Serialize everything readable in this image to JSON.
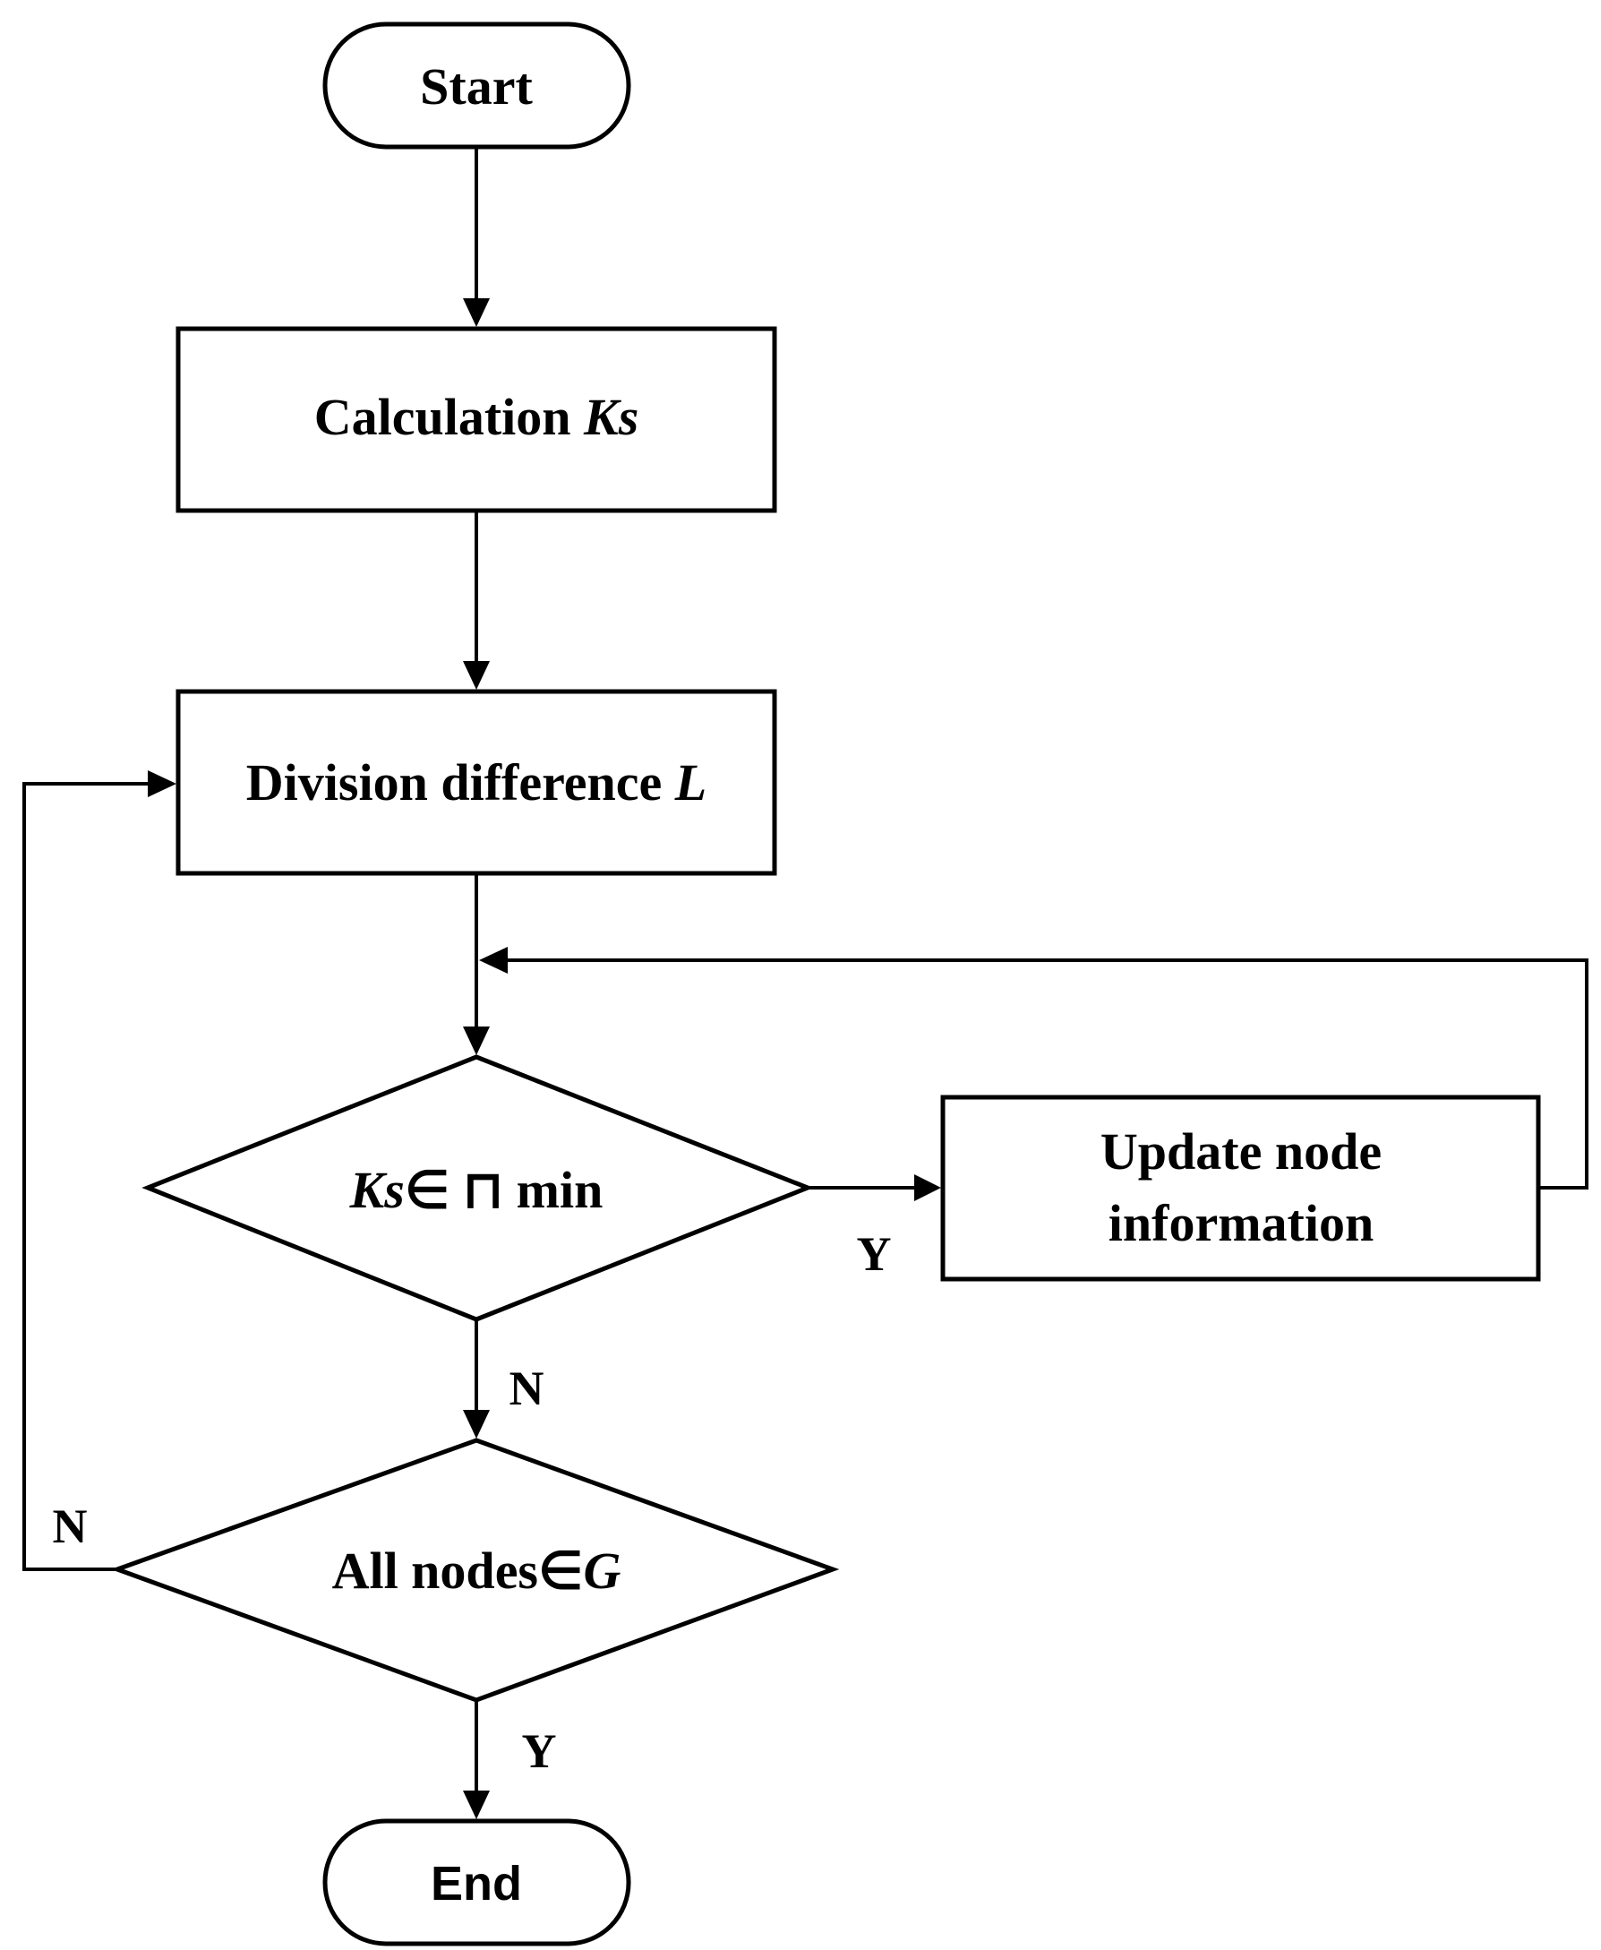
{
  "diagram": {
    "nodes": [
      {
        "id": "start",
        "shape": "terminal",
        "label": "Start"
      },
      {
        "id": "calc",
        "shape": "process",
        "label": "Calculation ",
        "math": "Ks"
      },
      {
        "id": "division",
        "shape": "process",
        "label": "Division difference ",
        "math": "L"
      },
      {
        "id": "decision1",
        "shape": "decision",
        "math": "Ks",
        "label": "∈ ⊓ min"
      },
      {
        "id": "update",
        "shape": "process",
        "line1": "Update node",
        "line2": "information"
      },
      {
        "id": "decision2",
        "shape": "decision",
        "label": "All nodes∈",
        "math": "G"
      },
      {
        "id": "end",
        "shape": "terminal",
        "label": "End"
      }
    ],
    "edges": [
      {
        "from": "start",
        "to": "calc",
        "label": ""
      },
      {
        "from": "calc",
        "to": "division",
        "label": ""
      },
      {
        "from": "division",
        "to": "decision1",
        "label": ""
      },
      {
        "from": "decision1",
        "to": "update",
        "label": "Y"
      },
      {
        "from": "update",
        "to": "decision1",
        "label": ""
      },
      {
        "from": "decision1",
        "to": "decision2",
        "label": "N"
      },
      {
        "from": "decision2",
        "to": "division",
        "label": "N"
      },
      {
        "from": "decision2",
        "to": "end",
        "label": "Y"
      }
    ]
  }
}
